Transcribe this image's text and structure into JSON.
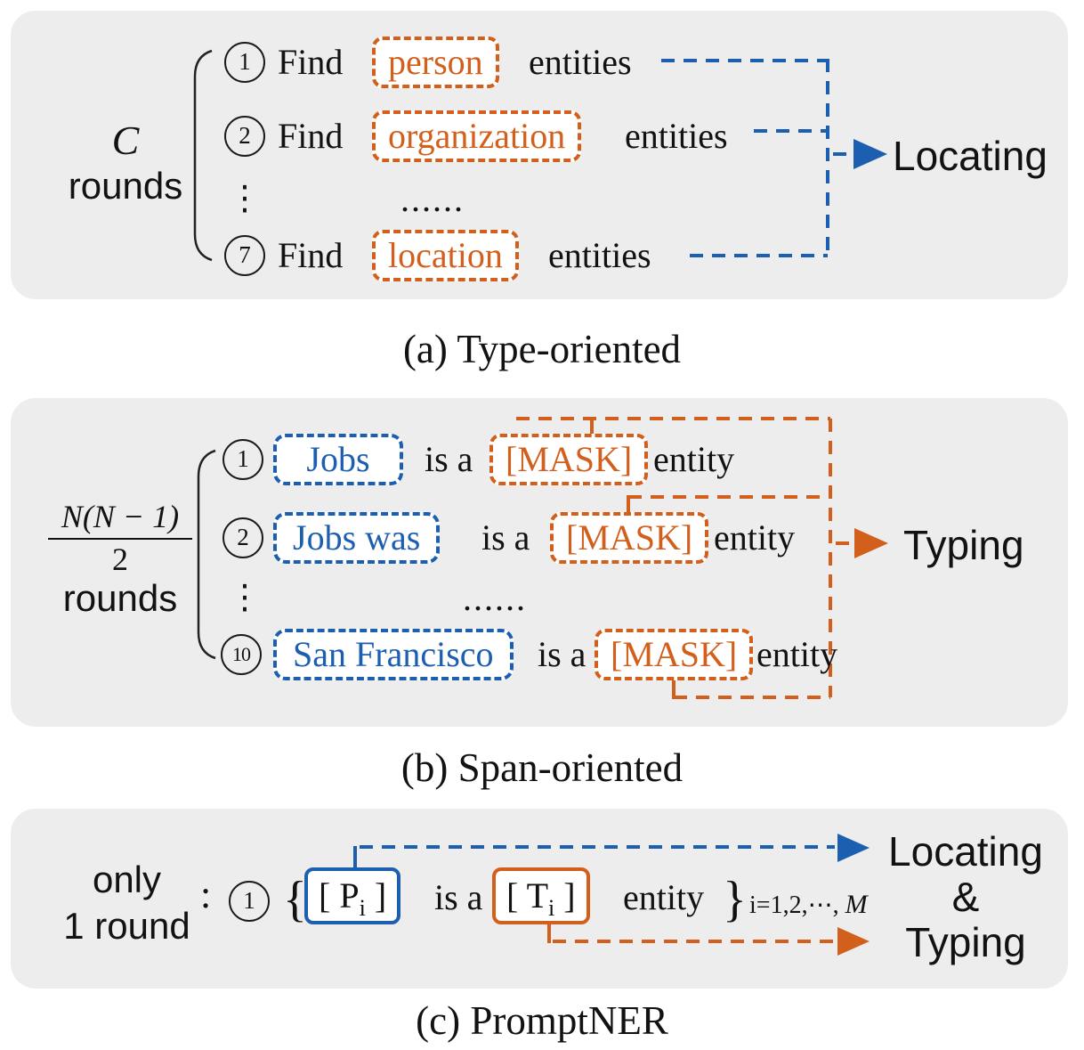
{
  "colors": {
    "panel_bg": "#EDEDEE",
    "orange": "#D2601C",
    "blue": "#1C5FB0",
    "ink": "#121212"
  },
  "panel_a": {
    "rounds_top": "C",
    "rounds_bottom": "rounds",
    "rows": [
      {
        "num": "1",
        "pre": "Find",
        "type": "person",
        "post": "entities"
      },
      {
        "num": "2",
        "pre": "Find",
        "type": "organization",
        "post": "entities"
      },
      {
        "num": "7",
        "pre": "Find",
        "type": "location",
        "post": "entities"
      }
    ],
    "ellipsis_vertical": "⋮",
    "ellipsis_horizontal": "......",
    "arrow_label": "Locating",
    "caption": "(a) Type-oriented"
  },
  "panel_b": {
    "rounds_numerator": "N(N − 1)",
    "rounds_denominator": "2",
    "rounds_label": "rounds",
    "rows": [
      {
        "num": "1",
        "span": "Jobs",
        "mid": "is a",
        "mask": "[MASK]",
        "post": "entity"
      },
      {
        "num": "2",
        "span": "Jobs was",
        "mid": "is a",
        "mask": "[MASK]",
        "post": "entity"
      },
      {
        "num": "10",
        "span": "San Francisco",
        "mid": "is a",
        "mask": "[MASK]",
        "post": "entity"
      }
    ],
    "ellipsis_vertical": "⋮",
    "ellipsis_horizontal": "......",
    "arrow_label": "Typing",
    "caption": "(b) Span-oriented"
  },
  "panel_c": {
    "round_label_line1": "only",
    "round_label_line2": "1 round",
    "colon": ":",
    "num": "1",
    "brace_open": "{",
    "p_open": "[ P",
    "p_sub": "i",
    "p_close": " ]",
    "mid": "is a",
    "t_open": "[ T",
    "t_sub": "i",
    "t_close": " ]",
    "post": "entity",
    "brace_close": "}",
    "subscript_prefix": "i=1,2,⋯, ",
    "subscript_m": "M",
    "arrow_label_line1": "Locating",
    "arrow_label_amp": "&",
    "arrow_label_line2": "Typing",
    "caption": "(c) PromptNER"
  }
}
